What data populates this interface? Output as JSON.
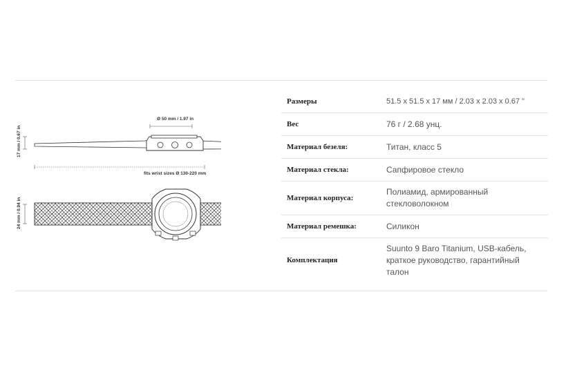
{
  "diagram": {
    "dial_size": "Ø 50 mm / 1.97 in",
    "thickness": "17 mm / 0.67 in",
    "wrist_sizes": "fits wrist sizes  Ø 130-220 mm",
    "strap_width": "24 mm / 0.94 in"
  },
  "specs": [
    {
      "label": "Размеры",
      "value": "51.5 x 51.5 x 17 мм / 2.03 x 2.03 x 0.67 \""
    },
    {
      "label": "Вес",
      "value": "76 г / 2.68 унц."
    },
    {
      "label": "Материал безеля:",
      "value": "Титан, класс 5"
    },
    {
      "label": "Материал стекла:",
      "value": "Сапфировое стекло"
    },
    {
      "label": "Материал корпуса:",
      "value": "Полиамид, армированный стекловолокном"
    },
    {
      "label": "Материал ремешка:",
      "value": "Силикон"
    },
    {
      "label": "Комплектация",
      "value": "Suunto 9 Baro Titanium, USB-кабель, краткое руководство, гарантийный талон"
    }
  ]
}
